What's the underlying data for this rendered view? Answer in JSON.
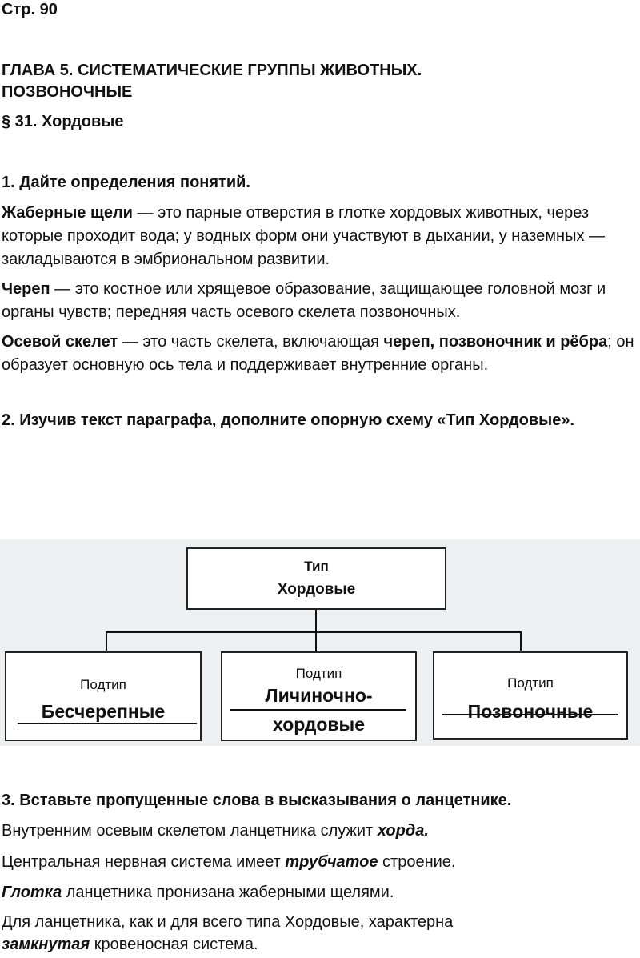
{
  "page_label": "Стр. 90",
  "chapter_title_1": "ГЛАВА 5. СИСТЕМАТИЧЕСКИЕ ГРУППЫ ЖИВОТНЫХ.",
  "chapter_title_2": "ПОЗВОНОЧНЫЕ",
  "section_title": "§ 31. Хордовые",
  "q1": {
    "title": "1. Дайте определения понятий.",
    "defs": [
      {
        "term": "Жаберные щели",
        "text": " — это парные отверстия в глотке хордовых животных, через которые проходит вода; у водных форм они участвуют в дыхании, у наземных — закладываются в эмбриональном развитии."
      },
      {
        "term": "Череп",
        "text": " — это костное или хрящевое образование, защищающее головной мозг и органы чувств; передняя часть осевого скелета позвоночных."
      },
      {
        "term": "Осевой скелет",
        "text": " — это часть скелета, включающая ",
        "bold": "череп, позвоночник и рёбра",
        "tail": "; он образует основную ось тела и поддерживает внутренние органы."
      }
    ]
  },
  "q2": {
    "title": "2. Изучив текст параграфа, дополните опорную схему «Тип Хордовые».",
    "root_line1": "Тип",
    "root_line2": "Хордовые",
    "subtypes": [
      {
        "label": "Подтип",
        "answer": "Бесчерепные"
      },
      {
        "label": "Подтип",
        "answer_line1": "Личиночно-",
        "answer_line2": "хордовые"
      },
      {
        "label": "Подтип",
        "answer": "Позвоночные"
      }
    ]
  },
  "q3": {
    "title": "3. Вставьте пропущенные слова в высказывания о ланцетнике.",
    "s1_pre": "Внутренним осевым скелетом ланцетника служит ",
    "s1_ans": "хорда.",
    "s2_pre": "Центральная нервная система имеет ",
    "s2_ans": "трубчатое",
    "s2_post": " строение.",
    "s3_ans": "Глотка",
    "s3_post": " ланцетника пронизана жаберными щелями.",
    "s4_pre": "Для ланцетника, как и для всего типа Хордовые, характерна",
    "s4_ans": "замкнутая",
    "s4_post": " кровеносная система."
  }
}
